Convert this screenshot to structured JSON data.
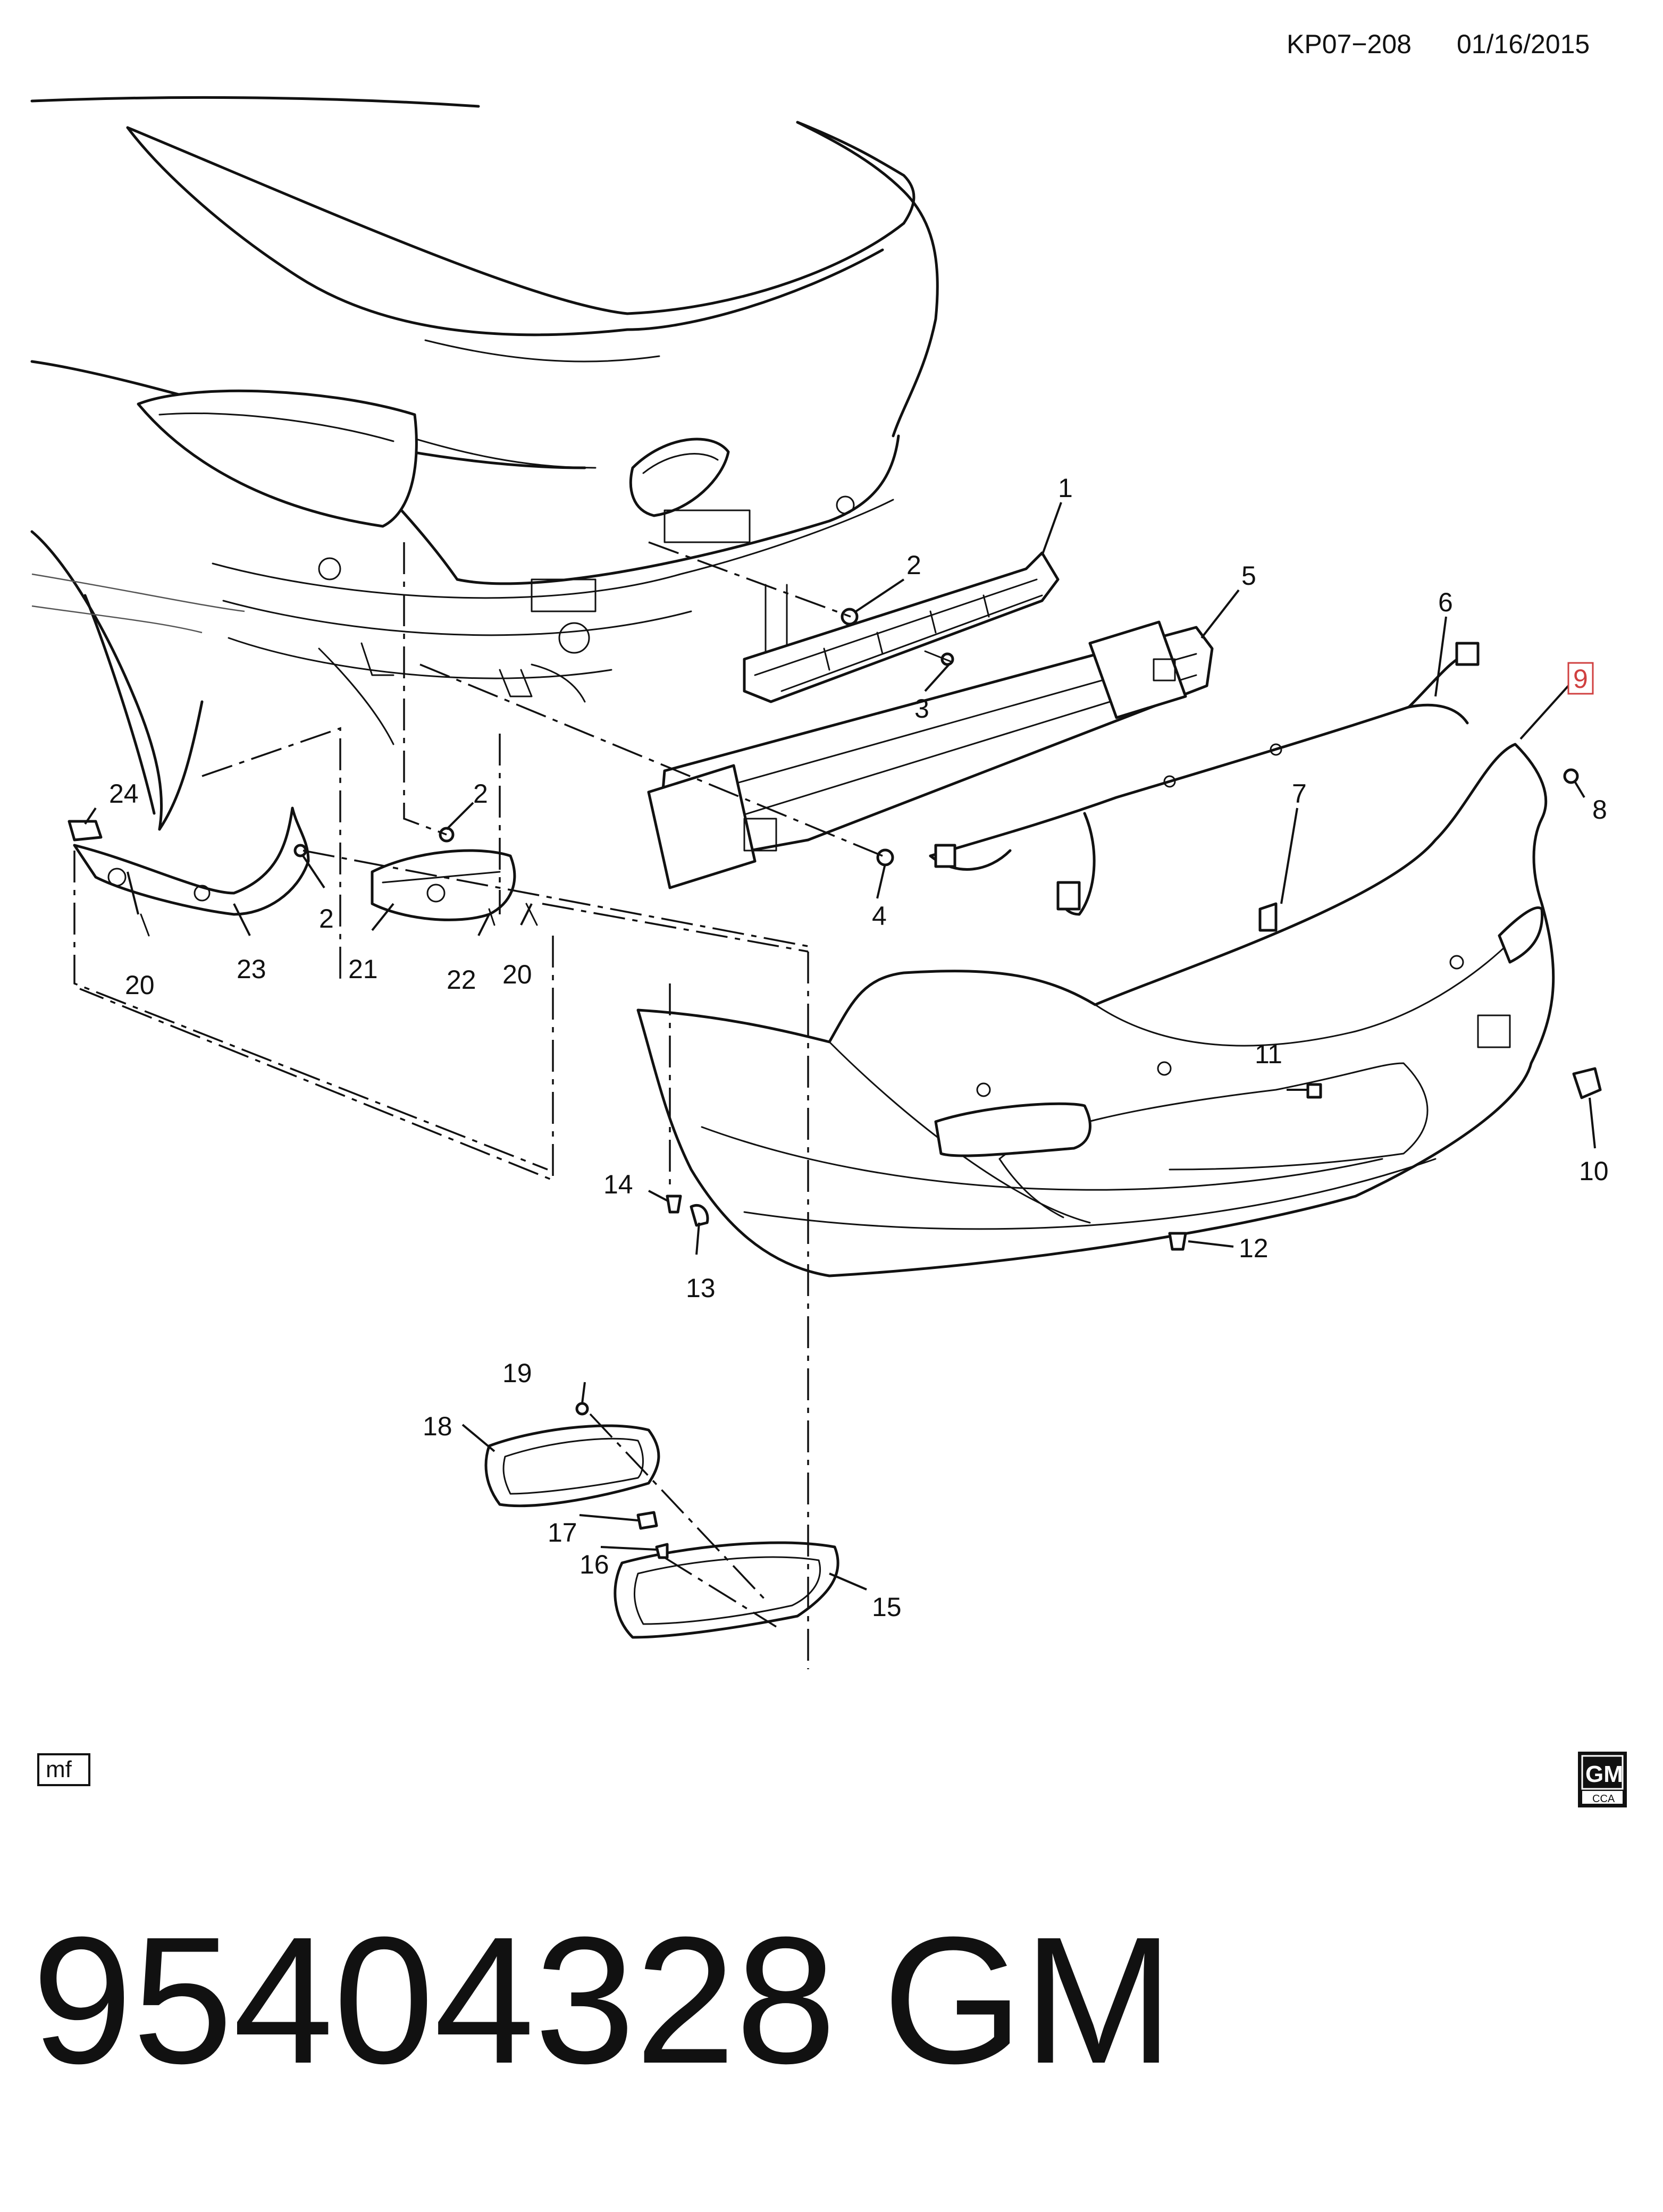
{
  "header": {
    "illustration_code": "KP07−208",
    "date": "01/16/2015"
  },
  "callouts": {
    "c1": "1",
    "c2a": "2",
    "c2b": "2",
    "c2c": "2",
    "c3": "3",
    "c4": "4",
    "c5": "5",
    "c6": "6",
    "c7": "7",
    "c8": "8",
    "c9": "9",
    "c10": "10",
    "c11": "11",
    "c12": "12",
    "c13": "13",
    "c14": "14",
    "c15": "15",
    "c16": "16",
    "c17": "17",
    "c18": "18",
    "c19": "19",
    "c20a": "20",
    "c20b": "20",
    "c21": "21",
    "c22": "22",
    "c23": "23",
    "c24": "24"
  },
  "highlighted_callout": "9",
  "highlight_color": "#d04040",
  "corner_tag": "mf",
  "logo": {
    "letters": "GM",
    "subtext": "CCA"
  },
  "footer": {
    "part_number": "95404328",
    "brand": "GM"
  }
}
